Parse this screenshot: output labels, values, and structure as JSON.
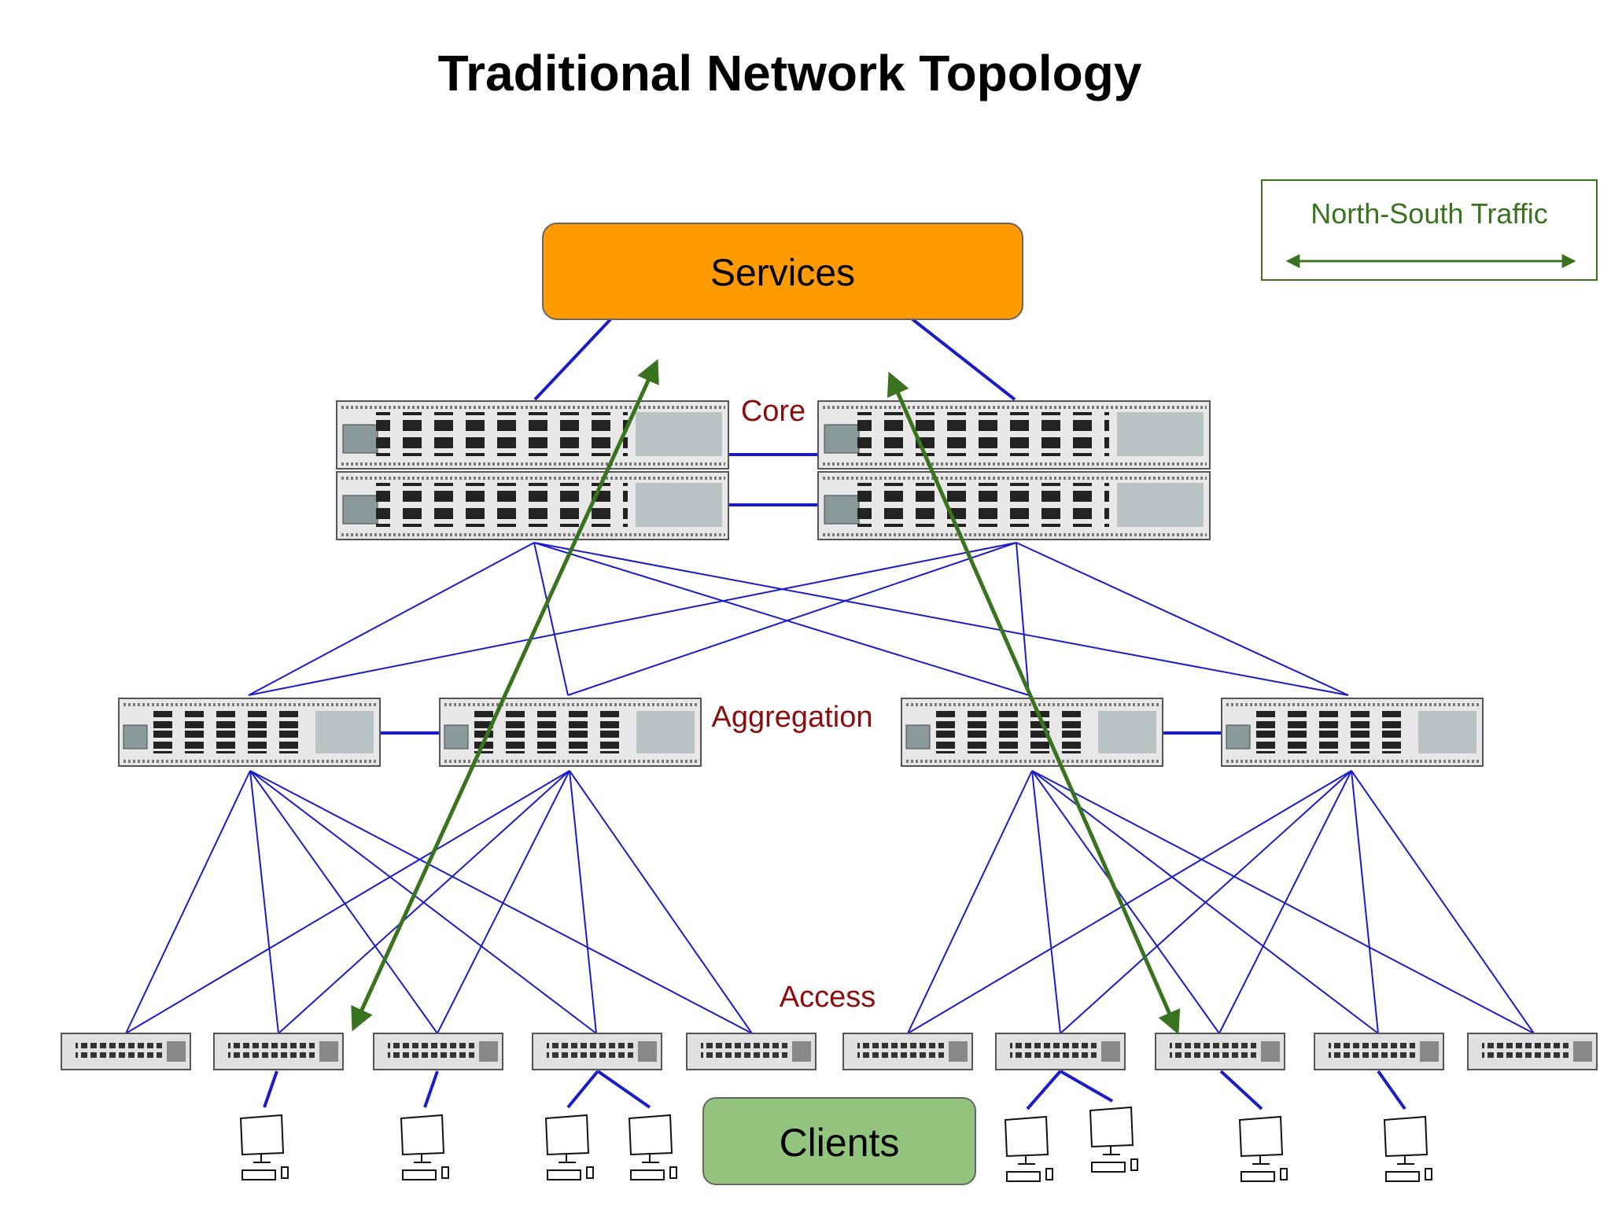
{
  "title": "Traditional Network Topology",
  "legend": {
    "label": "North-South Traffic",
    "color": "#3a7320"
  },
  "colors": {
    "link": "#1b1bc8",
    "traffic": "#3a7320",
    "tier_label": "#8b0e0e",
    "services_fill": "#ff9a00",
    "clients_fill": "#93c47d"
  },
  "services": {
    "label": "Services"
  },
  "clients": {
    "label": "Clients"
  },
  "tiers": {
    "core": "Core",
    "aggregation": "Aggregation",
    "access": "Access"
  },
  "icons": {
    "core_switch": "large-switch-icon",
    "aggregation_switch": "switch-icon",
    "access_switch": "access-switch-icon",
    "client": "desktop-computer-icon"
  }
}
